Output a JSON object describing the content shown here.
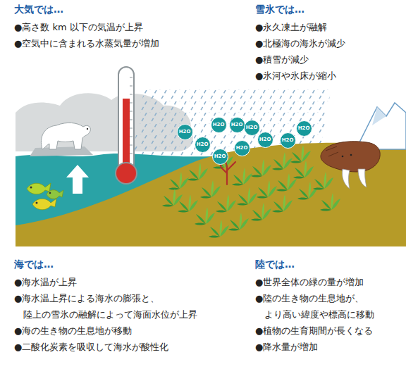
{
  "diagram": {
    "nodes": [
      {
        "text": [
          "H2O"
        ]
      },
      {
        "text": [
          "H2O"
        ]
      },
      {
        "text": [
          "H2O"
        ]
      },
      {
        "text": [
          "H2O"
        ]
      },
      {
        "text": [
          "H2O"
        ]
      },
      {
        "text": [
          "H2O"
        ]
      },
      {
        "text": [
          "H2O"
        ]
      },
      {
        "text": [
          "H2O"
        ]
      },
      {
        "text": [
          "H2O"
        ]
      },
      {
        "text": [
          "H2O"
        ]
      }
    ],
    "labels": [
      "大気では…",
      "●高さ数 km 以下の気温が上昇",
      "●空気中に含まれる水蒸気量が増加",
      "雪氷では…",
      "●永久凍土が融解",
      "●北極海の海氷が減少",
      "●積雪が減少",
      "●氷河や氷床が縮小",
      "海では…",
      "●海水温が上昇",
      "●海水温上昇による海水の膨張と、 陸上の雪氷の融解によって海面水位が上昇",
      "●海の生き物の生息地が移動",
      "●二酸化炭素を吸収して海水が酸性化",
      "陸では…",
      "●世界全体の緑の量が増加",
      "●陸の生き物の生息地が、 より高い緯度や標高に移動",
      "●植物の生育期間が長くなる",
      "●降水量が増加"
    ]
  }
}
